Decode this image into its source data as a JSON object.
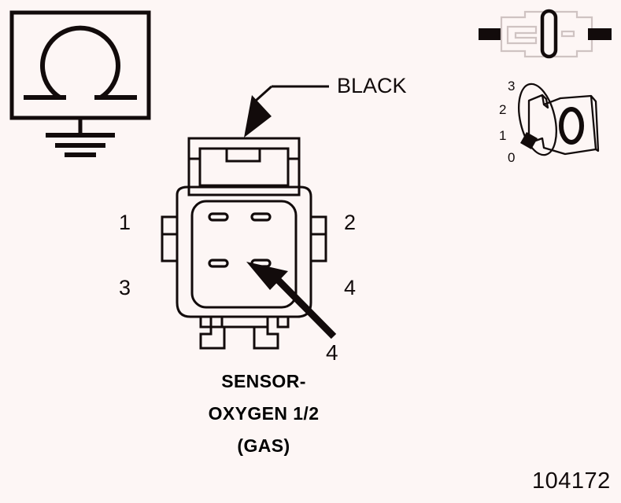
{
  "figure": {
    "id_label": "104172",
    "background_color": "#fdf6f5",
    "ink_color": "#120b0b"
  },
  "instrument": {
    "name": "ohmmeter",
    "symbol": "Ω",
    "grounded": true
  },
  "test_icons": {
    "connector_disconnect": {
      "name": "connector-disconnected-icon",
      "label": ""
    },
    "ignition_key": {
      "name": "ignition-key-switch-icon",
      "selected_position": "0",
      "key_head_label": "0",
      "positions": [
        "3",
        "2",
        "1",
        "0"
      ]
    }
  },
  "connector": {
    "name": "SENSOR-OXYGEN 1/2 (GAS)",
    "caption_lines": [
      "SENSOR-",
      "OXYGEN 1/2",
      "(GAS)"
    ],
    "cavity_count": 4,
    "pins": [
      {
        "number": "1",
        "position": "top-left"
      },
      {
        "number": "2",
        "position": "top-right"
      },
      {
        "number": "3",
        "position": "bottom-left"
      },
      {
        "number": "4",
        "position": "bottom-right"
      }
    ]
  },
  "callouts": [
    {
      "id": "wire-color-callout",
      "label": "BLACK",
      "points_to": "connector-body-top"
    },
    {
      "id": "pin-callout",
      "label": "4",
      "points_to": "cavity-4"
    }
  ]
}
